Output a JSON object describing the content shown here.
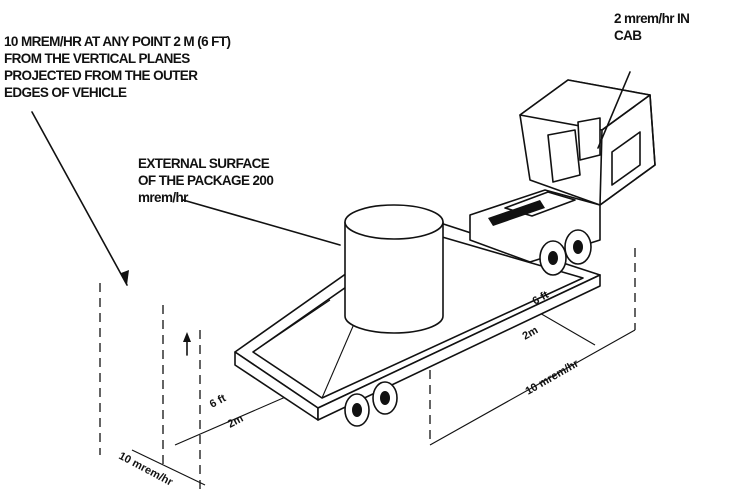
{
  "labels": {
    "dose_2m_lines": [
      "10 mrem/hr AT ANY POINT 2 M (6 ft)",
      "FROM THE VERTICAL PLANES",
      "PROJECTED FROM THE OUTER",
      "EDGES OF VEHICLE"
    ],
    "package_lines": [
      "EXTERNAL SURFACE",
      "OF THE PACKAGE 200",
      "mrem/hr"
    ],
    "cab_lines": [
      "2 mrem/hr IN",
      "CAB"
    ]
  },
  "dimensions": {
    "side_ft": "6 ft",
    "side_m": "2m",
    "side_dose": "10 mrem/hr",
    "rear_ft": "6 ft",
    "rear_m": "2m",
    "rear_dose": "10 mrem/hr"
  }
}
